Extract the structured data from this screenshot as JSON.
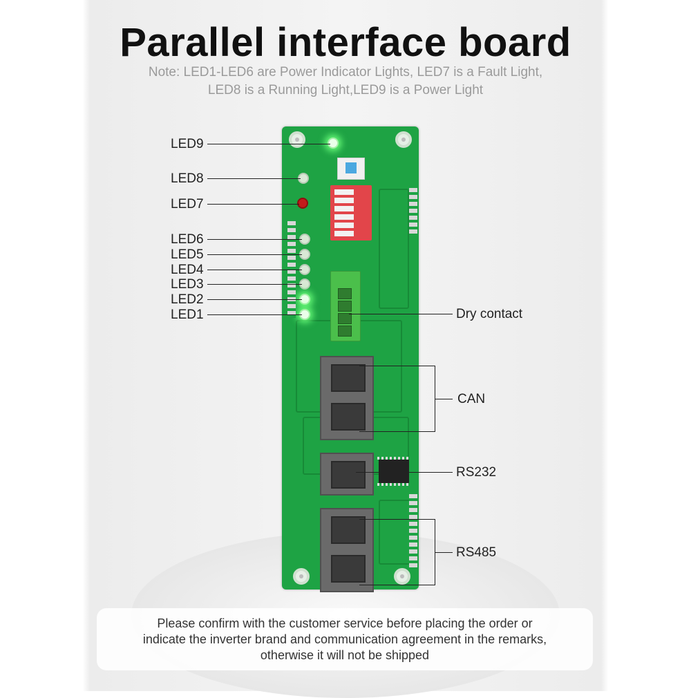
{
  "title": "Parallel interface board",
  "note": {
    "line1": "Note: LED1-LED6 are Power Indicator Lights, LED7 is a Fault Light,",
    "line2": "LED8 is a Running Light,LED9 is a Power Light"
  },
  "labels": {
    "led9": "LED9",
    "led8": "LED8",
    "led7": "LED7",
    "led6": "LED6",
    "led5": "LED5",
    "led4": "LED4",
    "led3": "LED3",
    "led2": "LED2",
    "led1": "LED1",
    "dry_contact": "Dry contact",
    "can": "CAN",
    "rs232": "RS232",
    "rs485": "RS485"
  },
  "footer": {
    "line1": "Please confirm with the customer service before placing the order or",
    "line2": "indicate the inverter brand and communication agreement in the remarks,",
    "line3": "otherwise it will not be shipped"
  },
  "colors": {
    "board": "#1ea344",
    "fault_led": "#c21b1b",
    "text": "#222222",
    "note_text": "#9a9a9a"
  }
}
